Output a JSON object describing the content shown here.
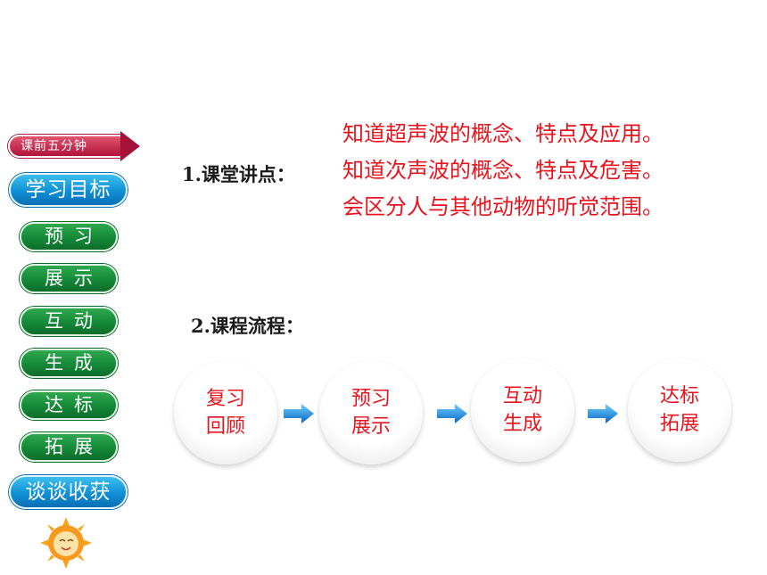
{
  "sidebar": {
    "top_tab": "课前五分钟",
    "goals_button": "学习目标",
    "steps": [
      {
        "label": "预习"
      },
      {
        "label": "展示"
      },
      {
        "label": "互动"
      },
      {
        "label": "生成"
      },
      {
        "label": "达标"
      },
      {
        "label": "拓展"
      }
    ],
    "harvest_button": "谈谈收获",
    "mascot_icon": "sun-mascot-icon"
  },
  "section1": {
    "label": "1.课堂讲点：",
    "items": [
      "知道超声波的概念、特点及应用。",
      "知道次声波的概念、特点及危害。",
      "会区分人与其他动物的听觉范围。"
    ]
  },
  "section2": {
    "label": "2.课程流程：",
    "steps": [
      "复习回顾",
      "预习展示",
      "互动生成",
      "达标拓展"
    ],
    "arrow_icon": "right-arrow-icon"
  },
  "colors": {
    "accent_red": "#e8141d",
    "nav_blue": "#0f8fd5",
    "nav_green": "#168c3a",
    "tab_crimson": "#b1123a"
  }
}
